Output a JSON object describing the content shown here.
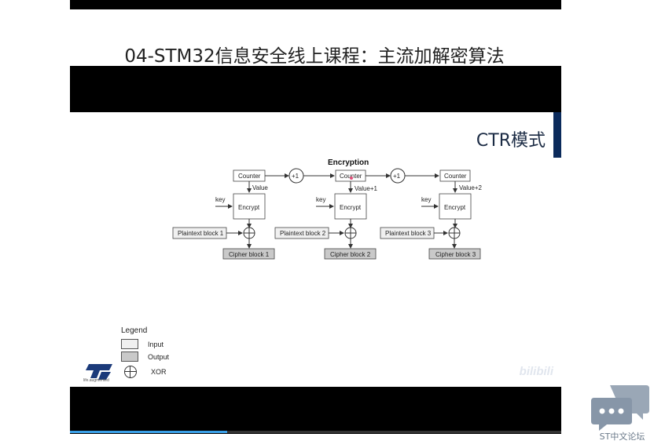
{
  "page": {
    "title": "04-STM32信息安全线上课程：主流加解密算法"
  },
  "slide": {
    "title": "CTR模式",
    "diagram_title": "Encryption",
    "blocks": [
      {
        "counter": "Counter",
        "value": "Value",
        "key": "key",
        "encrypt": "Encrypt",
        "plaintext": "Plaintext block 1",
        "cipher": "Cipher block 1"
      },
      {
        "counter": "Counter",
        "value": "Value+1",
        "key": "key",
        "encrypt": "Encrypt",
        "plaintext": "Plaintext block 2",
        "cipher": "Cipher block 2"
      },
      {
        "counter": "Counter",
        "value": "Value+2",
        "key": "key",
        "encrypt": "Encrypt",
        "plaintext": "Plaintext block 3",
        "cipher": "Cipher block 3"
      }
    ],
    "increments": [
      "+1",
      "+1"
    ],
    "legend": {
      "title": "Legend",
      "input": "Input",
      "output": "Output",
      "xor": "XOR"
    },
    "logo_text": "life.augmented",
    "watermark": "bilibili"
  },
  "player": {
    "progress": 0.32,
    "accent": "#3aa0e8"
  },
  "forum": {
    "label": "ST中文论坛",
    "icon": "chat-bubbles-icon"
  }
}
